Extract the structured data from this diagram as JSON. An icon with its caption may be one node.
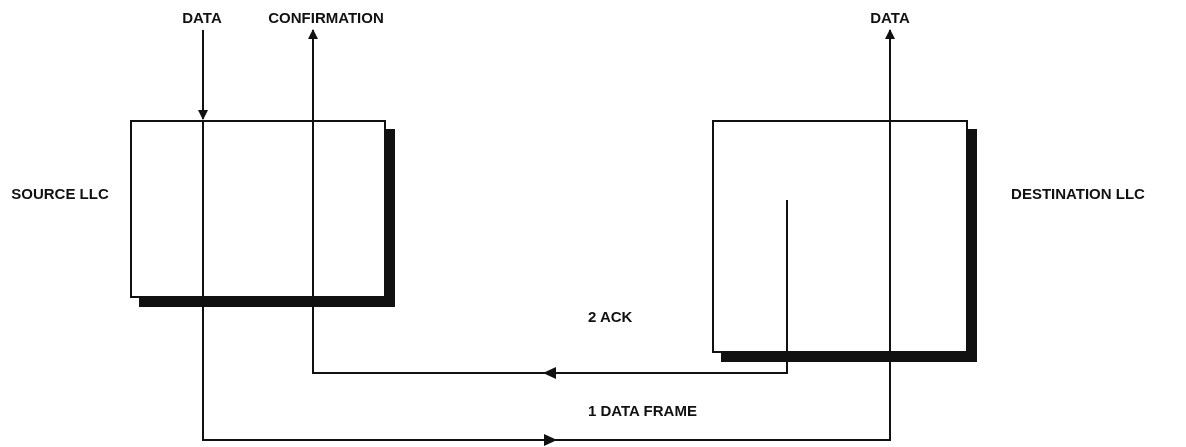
{
  "diagram": {
    "nodes": [
      {
        "text": [
          "SOURCE LLC"
        ]
      },
      {
        "text": [
          "DESTINATION LLC"
        ]
      },
      {
        "text": [
          "DATA"
        ]
      },
      {
        "text": [
          "CONFIRMATION"
        ]
      },
      {
        "text": [
          "DATA"
        ]
      }
    ],
    "edges": [
      {
        "from": 2,
        "to": 0,
        "arrow": "to"
      },
      {
        "from": 0,
        "to": 3,
        "arrow": "to"
      },
      {
        "from": 1,
        "to": 4,
        "arrow": "to"
      },
      {
        "from": 1,
        "to": 0,
        "arrow": "to",
        "label": "2 ACK"
      },
      {
        "from": 0,
        "to": 1,
        "arrow": "to",
        "label": "1 DATA FRAME"
      }
    ]
  }
}
